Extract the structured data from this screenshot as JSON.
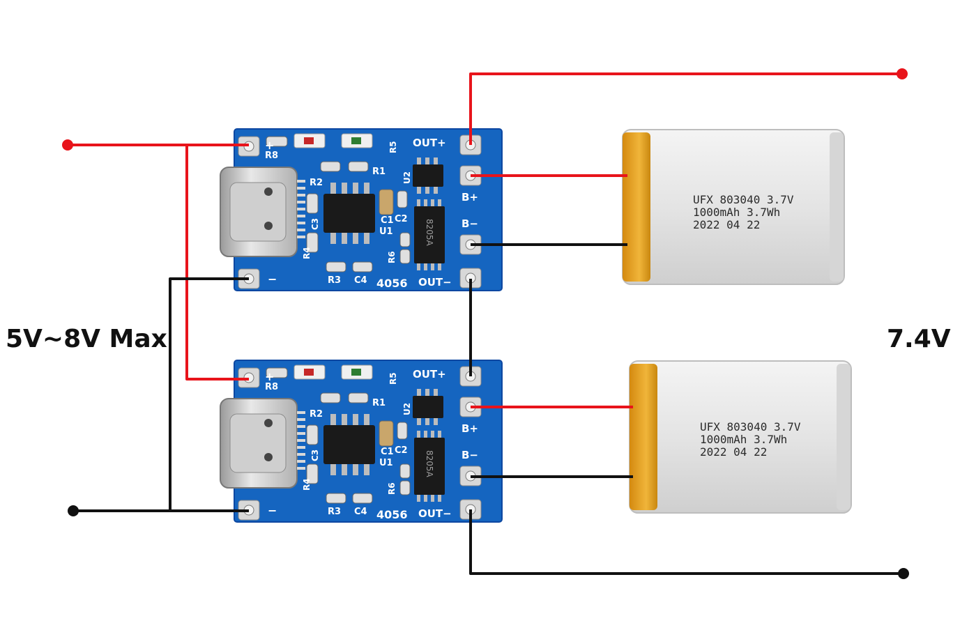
{
  "labels": {
    "input_voltage": "5V~8V Max",
    "output_voltage": "7.4V"
  },
  "modules": [
    {
      "pads": {
        "in_plus": "+",
        "in_minus": "−",
        "out_plus": "OUT+",
        "out_minus": "OUT−",
        "b_plus": "B+",
        "b_minus": "B−"
      },
      "silkscreen": {
        "model": "4056",
        "r8": "R8",
        "r1": "R1",
        "r2": "R2",
        "r3": "R3",
        "r4": "R4",
        "r5": "R5",
        "r6": "R6",
        "c1": "C1",
        "c2": "C2",
        "c3": "C3",
        "c4": "C4",
        "u1": "U1",
        "u2": "U2",
        "protect_chip": "8205A"
      }
    },
    {
      "pads": {
        "in_plus": "+",
        "in_minus": "−",
        "out_plus": "OUT+",
        "out_minus": "OUT−",
        "b_plus": "B+",
        "b_minus": "B−"
      },
      "silkscreen": {
        "model": "4056",
        "r8": "R8",
        "r1": "R1",
        "r2": "R2",
        "r3": "R3",
        "r4": "R4",
        "r5": "R5",
        "r6": "R6",
        "c1": "C1",
        "c2": "C2",
        "c3": "C3",
        "c4": "C4",
        "u1": "U1",
        "u2": "U2",
        "protect_chip": "8205A"
      }
    }
  ],
  "batteries": [
    {
      "line1": "UFX 803040 3.7V",
      "line2": "1000mAh 3.7Wh",
      "line3": "2022 04 22"
    },
    {
      "line1": "UFX 803040 3.7V",
      "line2": "1000mAh 3.7Wh",
      "line3": "2022 04 22"
    }
  ],
  "colors": {
    "positive_wire": "#e8141b",
    "negative_wire": "#111111",
    "pcb": "#1565c0",
    "battery_body": "#e6e6e6",
    "battery_edge": "#e7a21d"
  }
}
